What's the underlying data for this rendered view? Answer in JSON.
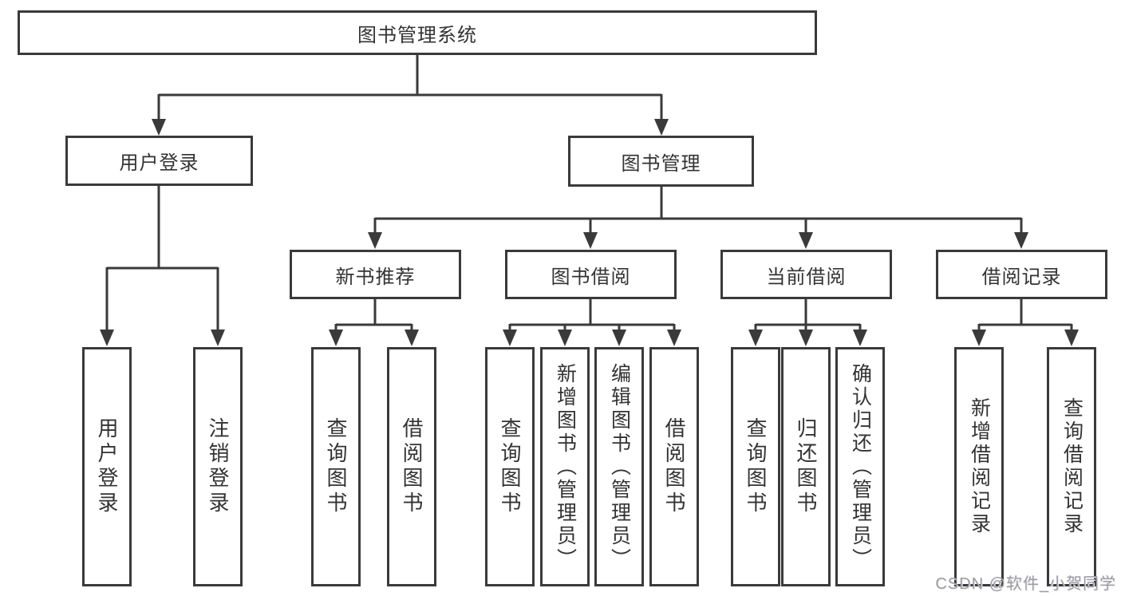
{
  "diagram_title": "图书管理系统",
  "tree": {
    "label": "图书管理系统",
    "children": [
      {
        "label": "用户登录",
        "children": [
          {
            "label": "用户登录"
          },
          {
            "label": "注销登录"
          }
        ]
      },
      {
        "label": "图书管理",
        "children": [
          {
            "label": "新书推荐",
            "children": [
              {
                "label": "查询图书"
              },
              {
                "label": "借阅图书"
              }
            ]
          },
          {
            "label": "图书借阅",
            "children": [
              {
                "label": "查询图书"
              },
              {
                "label": "新增图书（管理员）"
              },
              {
                "label": "编辑图书（管理员）"
              },
              {
                "label": "借阅图书"
              }
            ]
          },
          {
            "label": "当前借阅",
            "children": [
              {
                "label": "查询图书"
              },
              {
                "label": "归还图书"
              },
              {
                "label": "确认归还（管理员）"
              }
            ]
          },
          {
            "label": "借阅记录",
            "children": [
              {
                "label": "新增借阅记录"
              },
              {
                "label": "查询借阅记录"
              }
            ]
          }
        ]
      }
    ]
  },
  "watermark": "CSDN @软件_小贺同学",
  "colors": {
    "line": "#3a3a3a",
    "box_border": "#3a3a3a",
    "text": "#333333",
    "background": "#ffffff",
    "watermark": "#9c9ca4"
  }
}
